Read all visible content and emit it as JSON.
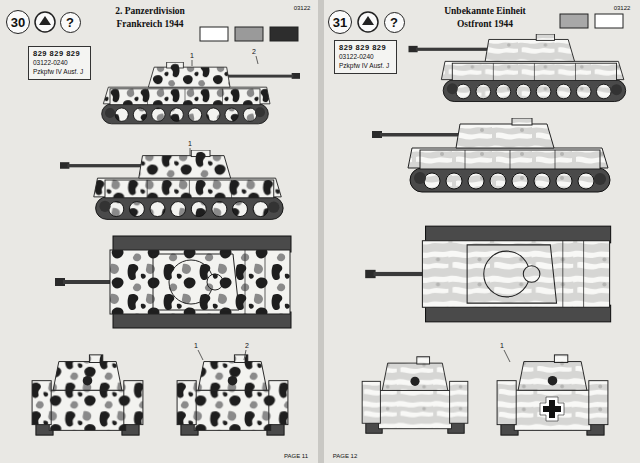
{
  "diagram": {
    "nodes": [
      {
        "text": [
          "30"
        ]
      },
      {
        "text": [
          "?"
        ]
      },
      {
        "text": [
          "829 829 829",
          "03122-0240",
          "Pzkpfw IV Ausf. J"
        ]
      },
      {
        "text": [
          "31"
        ]
      },
      {
        "text": [
          "?"
        ]
      },
      {
        "text": [
          "829 829 829",
          "03122-0240",
          "Pzkpfw IV Ausf. J"
        ]
      }
    ],
    "labels": [
      "03122",
      "2. Panzerdivision",
      "Frankreich 1944",
      "1",
      "2",
      "1",
      "1",
      "2",
      "PAGE 11",
      "03122",
      "Unbekannte Einheit",
      "Ostfront 1944",
      "1",
      "PAGE 12"
    ]
  }
}
